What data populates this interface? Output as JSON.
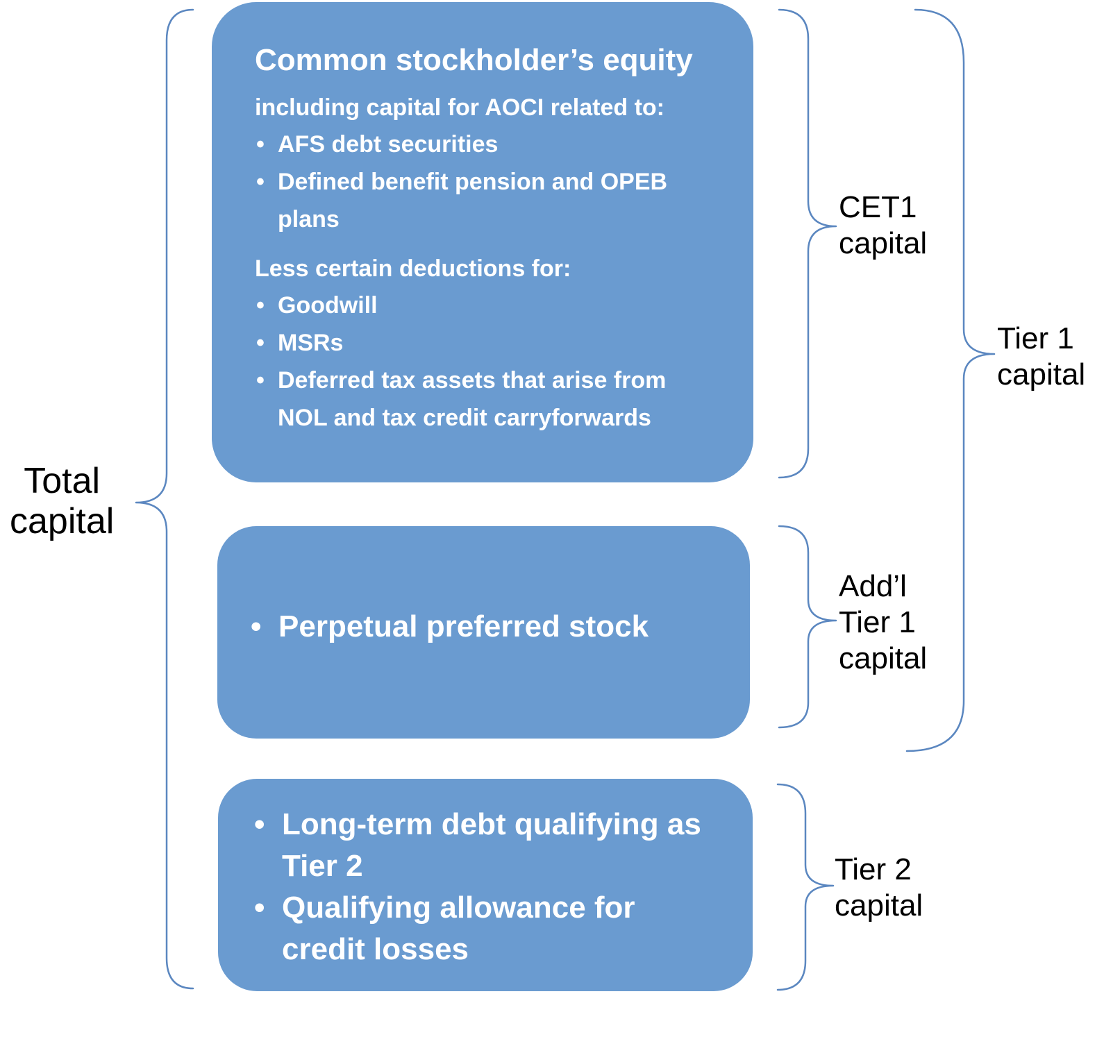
{
  "boxes": {
    "cet1": {
      "title": "Common stockholder’s equity",
      "including_heading": "including capital for AOCI related to:",
      "including_items": [
        "AFS debt securities",
        "Defined benefit pension and OPEB plans"
      ],
      "deductions_heading": "Less certain deductions for:",
      "deduction_items": [
        "Goodwill",
        "MSRs",
        "Deferred tax assets that arise from NOL and tax credit carryforwards"
      ]
    },
    "additional_tier1": {
      "items": [
        "Perpetual preferred stock"
      ]
    },
    "tier2": {
      "items": [
        "Long-term debt qualifying as Tier 2",
        "Qualifying allowance for credit losses"
      ]
    }
  },
  "labels": {
    "total_capital": [
      "Total",
      "capital"
    ],
    "cet1_capital": [
      "CET1",
      "capital"
    ],
    "additional_tier1_capital": [
      "Add’l",
      "Tier 1",
      "capital"
    ],
    "tier1_capital": [
      "Tier 1",
      "capital"
    ],
    "tier2_capital": [
      "Tier 2",
      "capital"
    ]
  },
  "colors": {
    "box_fill": "#6a9bd0",
    "brace_stroke": "#5b87c0",
    "box_text": "#ffffff",
    "label_text": "#000000"
  }
}
